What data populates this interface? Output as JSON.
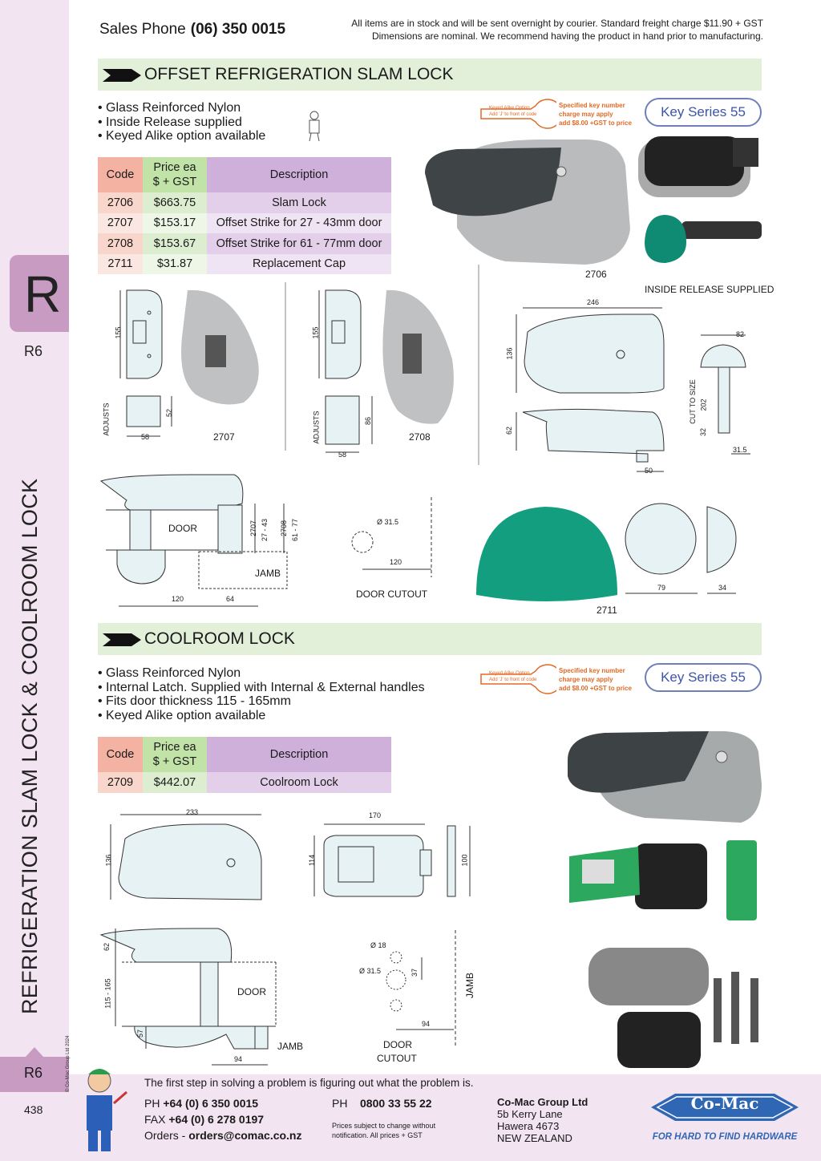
{
  "header": {
    "sales_label": "Sales Phone",
    "sales_phone": "(06) 350 0015",
    "note_line1": "All items are in stock and will be sent overnight by courier. Standard freight charge $11.90 + GST",
    "note_line2": "Dimensions are nominal. We recommend having the product in hand prior to manufacturing."
  },
  "sidebar": {
    "section_letter": "R",
    "section_code": "R6",
    "vertical_title": "REFRIGERATION SLAM LOCK & COOLROOM LOCK",
    "bottom_code": "R6",
    "copyright": "© Co-Mac Group Ltd 2024",
    "page_number": "438"
  },
  "key_option": {
    "alike_line1": "Keyed Alike Option",
    "alike_line2": "Add 'J' to front of code",
    "specified_line1": "Specified key number",
    "specified_line2": "charge may apply",
    "specified_line3": "add $8.00 +GST to price",
    "series": "Key Series 55"
  },
  "slam_lock": {
    "title": "OFFSET REFRIGERATION SLAM LOCK",
    "bullets": [
      "• Glass Reinforced Nylon",
      "• Inside Release supplied",
      "• Keyed Alike option available"
    ],
    "table": {
      "headers": [
        "Code",
        "Price ea",
        "$ + GST",
        "Description"
      ],
      "rows": [
        {
          "code": "2706",
          "price": "$663.75",
          "desc": "Slam Lock"
        },
        {
          "code": "2707",
          "price": "$153.17",
          "desc": "Offset Strike for 27 - 43mm door"
        },
        {
          "code": "2708",
          "price": "$153.67",
          "desc": "Offset Strike for 61 - 77mm door"
        },
        {
          "code": "2711",
          "price": "$31.87",
          "desc": "Replacement Cap"
        }
      ]
    },
    "photo_label": "2706",
    "release_label": "INSIDE RELEASE SUPPLIED",
    "strike_2707": {
      "h": "155",
      "adjusts": "ADJUSTS",
      "w": "58",
      "d": "52",
      "label": "2707"
    },
    "strike_2708": {
      "h": "155",
      "adjusts": "ADJUSTS",
      "w": "58",
      "d": "86",
      "label": "2708"
    },
    "lock_dims": {
      "w": "246",
      "h": "136",
      "h2": "62",
      "w2": "50"
    },
    "release_dims": {
      "w": "82",
      "cut": "CUT TO SIZE",
      "len": "202",
      "sm": "32",
      "dia": "31.5"
    },
    "install": {
      "door": "DOOR",
      "jamb": "JAMB",
      "a": "120",
      "b": "64",
      "c1": "2707",
      "c2": "27 - 43",
      "c3": "2708",
      "c4": "61 - 77"
    },
    "cutout": {
      "dia": "Ø 31.5",
      "dist": "120",
      "label": "DOOR CUTOUT"
    },
    "cap": {
      "w": "79",
      "d": "34",
      "label": "2711"
    }
  },
  "coolroom": {
    "title": "COOLROOM LOCK",
    "bullets": [
      "• Glass Reinforced Nylon",
      "• Internal Latch. Supplied with Internal & External handles",
      "• Fits door thickness 115 - 165mm",
      "• Keyed Alike option available"
    ],
    "table": {
      "headers": [
        "Code",
        "Price ea",
        "$ + GST",
        "Description"
      ],
      "rows": [
        {
          "code": "2709",
          "price": "$442.07",
          "desc": "Coolroom Lock"
        }
      ]
    },
    "dims": {
      "w": "233",
      "h": "136",
      "w2": "170",
      "h2": "114",
      "h3": "100",
      "t1": "62",
      "t2": "115 - 165",
      "t3": "57",
      "t4": "94"
    },
    "install": {
      "door": "DOOR",
      "jamb": "JAMB"
    },
    "cutout": {
      "d1": "Ø 18",
      "d2": "Ø 31.5",
      "v": "37",
      "h": "94",
      "label1": "DOOR",
      "label2": "CUTOUT",
      "jamb": "JAMB"
    }
  },
  "footer": {
    "tagline": "The first step in solving a problem is figuring out what the problem is.",
    "ph_label": "PH",
    "ph": "+64 (0) 6 350 0015",
    "fax_label": "FAX",
    "fax": "+64 (0) 6 278 0197",
    "orders_label": "Orders -",
    "orders": "orders@comac.co.nz",
    "ph2_label": "PH",
    "ph2": "0800 33 55 22",
    "disclaimer1": "Prices subject to change without",
    "disclaimer2": "notification. All prices + GST",
    "company": "Co-Mac Group Ltd",
    "addr1": "5b Kerry Lane",
    "addr2": "Hawera 4673",
    "addr3": "NEW ZEALAND",
    "logo_text": "Co-Mac",
    "slogan": "FOR HARD TO FIND HARDWARE"
  },
  "colors": {
    "green_band": "#e2efd9",
    "purple": "#c89bc3",
    "teal": "#139e80",
    "orange": "#e06a25",
    "blue": "#3d55a8"
  }
}
